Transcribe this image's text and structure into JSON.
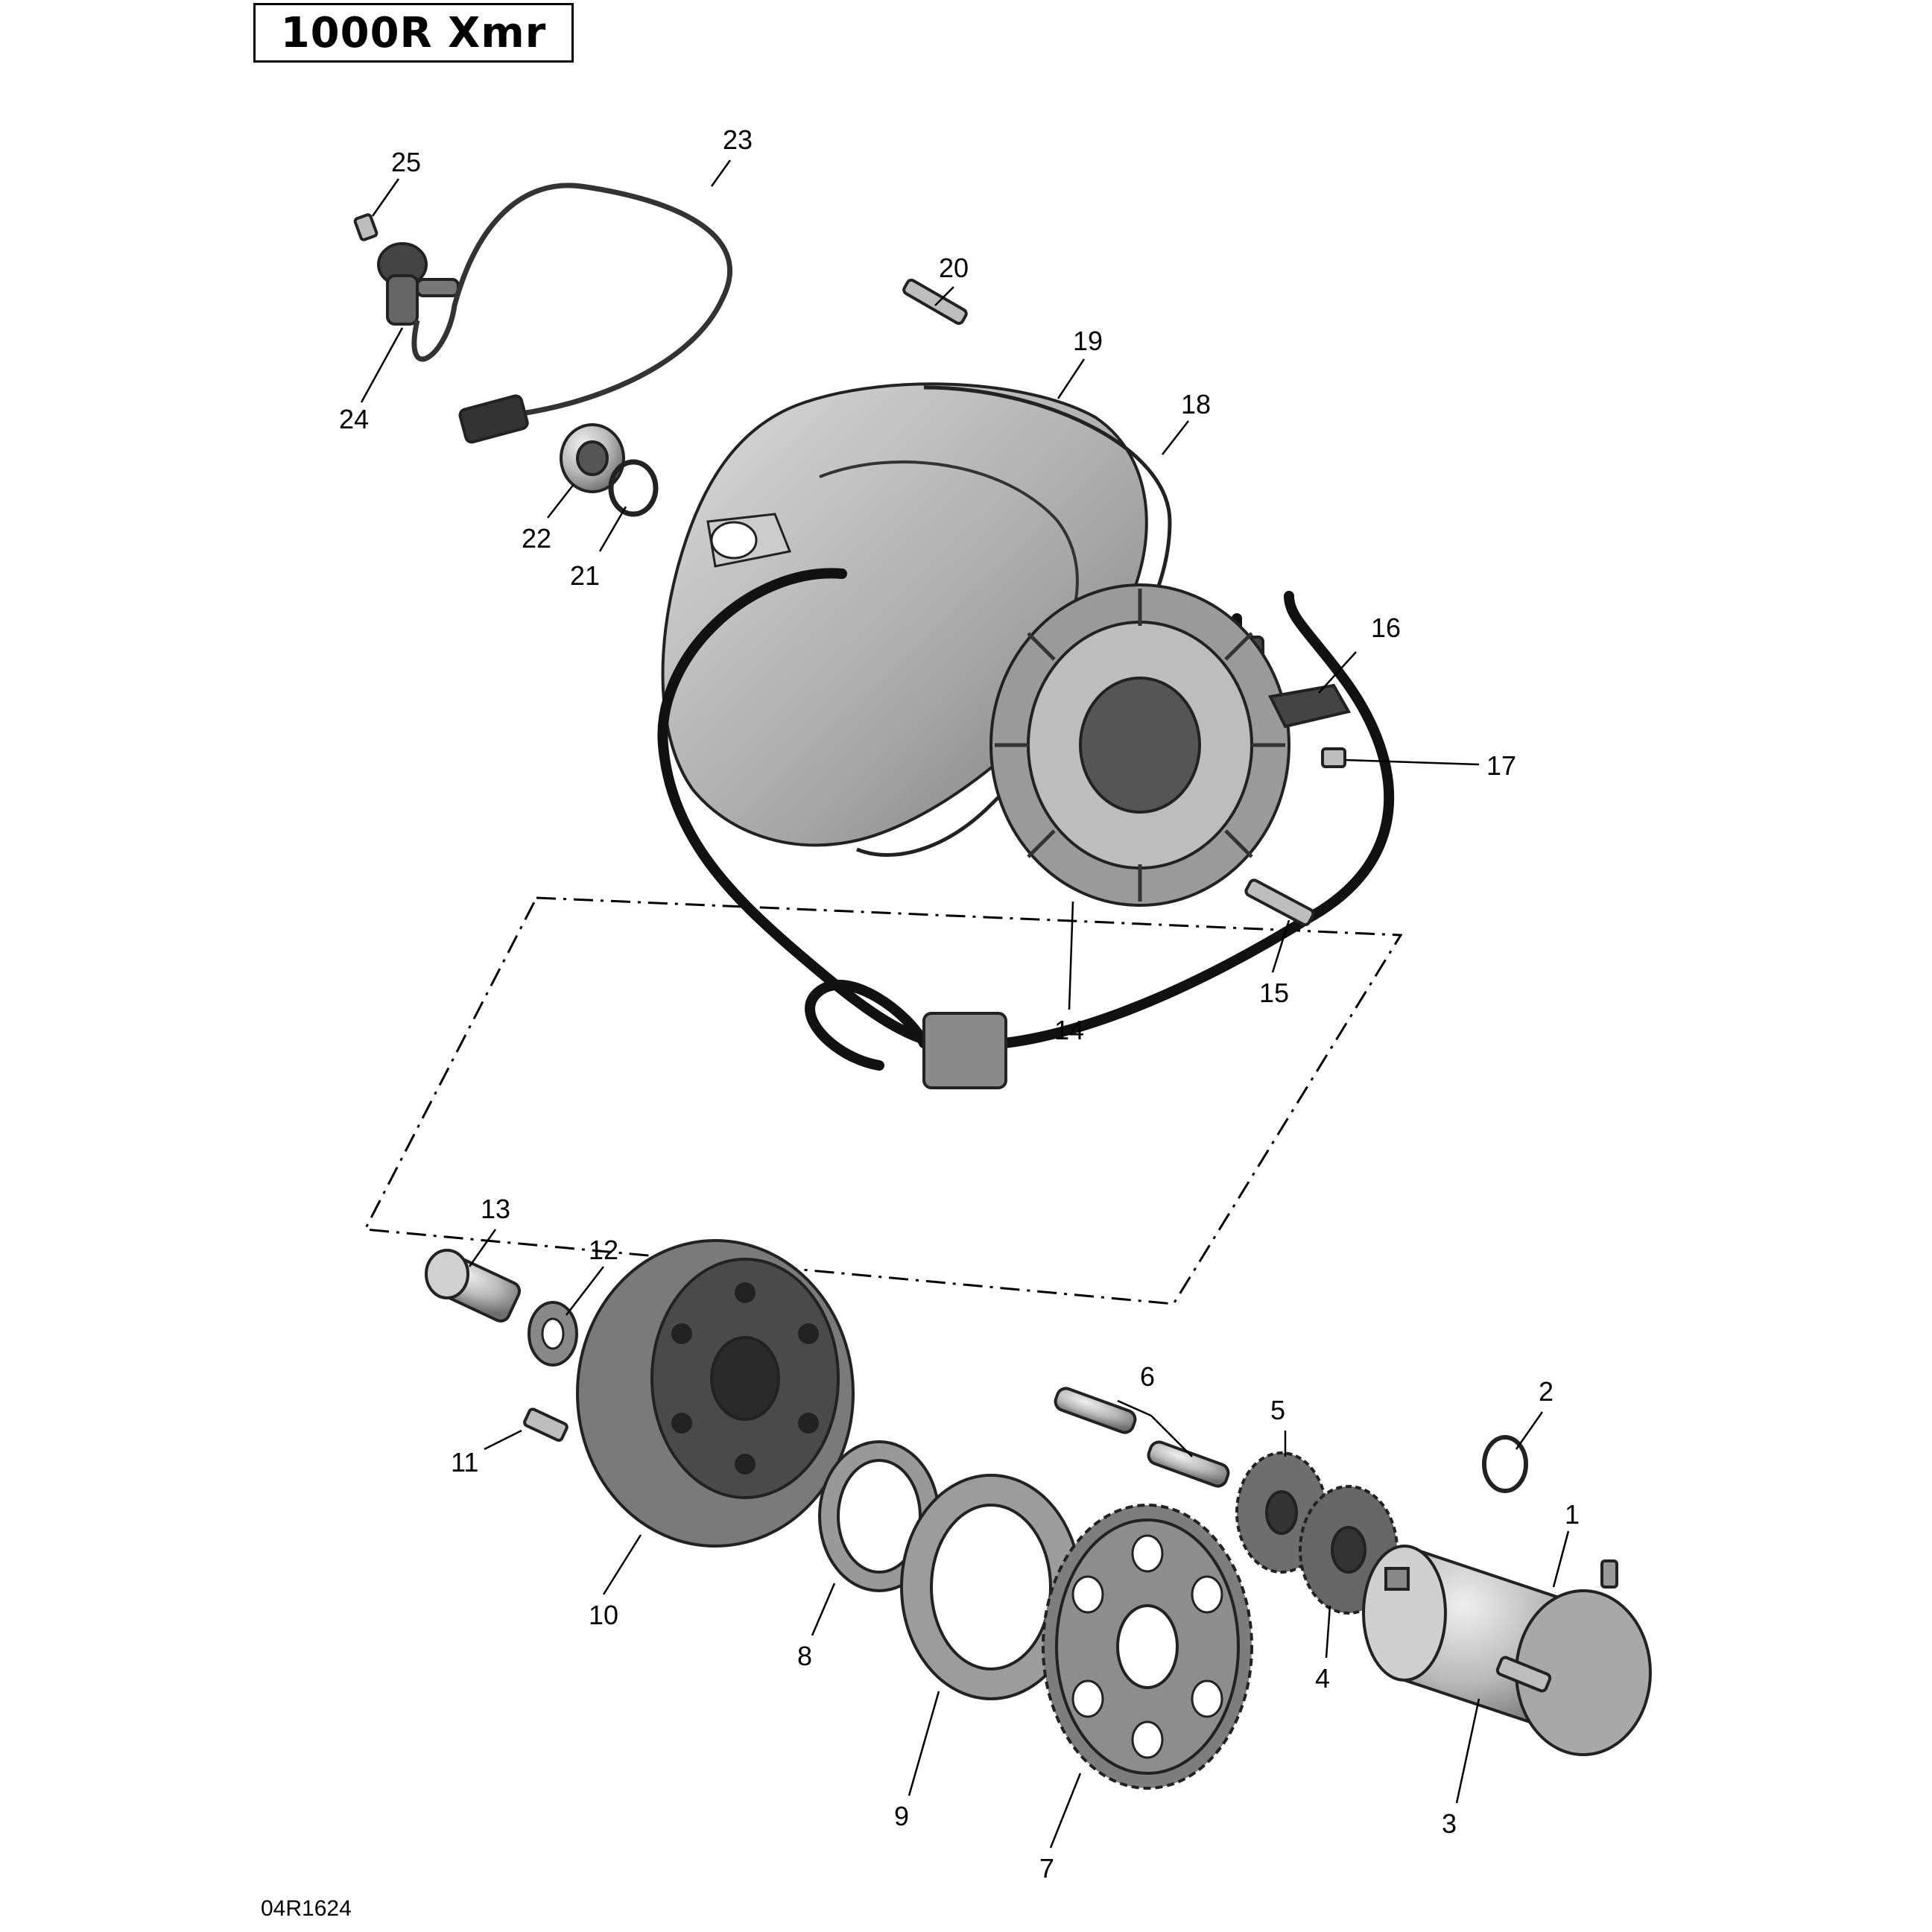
{
  "header": {
    "model": "1000R Xmr"
  },
  "footer": {
    "ref_code": "04R1624"
  },
  "callouts": [
    "1",
    "2",
    "3",
    "4",
    "5",
    "6",
    "7",
    "8",
    "9",
    "10",
    "11",
    "12",
    "13",
    "14",
    "15",
    "16",
    "17",
    "18",
    "19",
    "20",
    "21",
    "22",
    "23",
    "24",
    "25"
  ],
  "icons": [
    "starter-motor-icon",
    "o-ring-icon",
    "bolt-icon",
    "gear-icon",
    "flywheel-icon",
    "stator-icon",
    "cover-icon",
    "gasket-icon",
    "sensor-icon",
    "wire-harness-icon"
  ]
}
